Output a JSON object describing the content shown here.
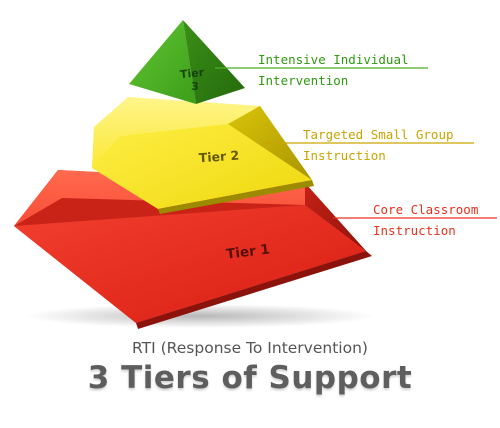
{
  "title": "3 Tiers of Support",
  "subtitle": "RTI (Response To Intervention)",
  "tiers": [
    {
      "label": "Tier 1",
      "description_line1": "Core Classroom",
      "description_line2": "Instruction",
      "color": "#e8281e",
      "text_color": "#e8321e"
    },
    {
      "label": "Tier 2",
      "description_line1": "Targeted Small Group",
      "description_line2": "Instruction",
      "color": "#f7e11c",
      "text_color": "#c9a400"
    },
    {
      "label_line1": "Tier",
      "label_line2": "3",
      "description_line1": "Intensive Individual",
      "description_line2": "Intervention",
      "color": "#4caf25",
      "text_color": "#2f9a10"
    }
  ],
  "colors": {
    "tier1_front": "#e8281e",
    "tier1_side": "#b01a12",
    "tier2_front": "#f7e11c",
    "tier2_side": "#c4b000",
    "tier3_front": "#4caf25",
    "tier3_side": "#2e7d12"
  }
}
